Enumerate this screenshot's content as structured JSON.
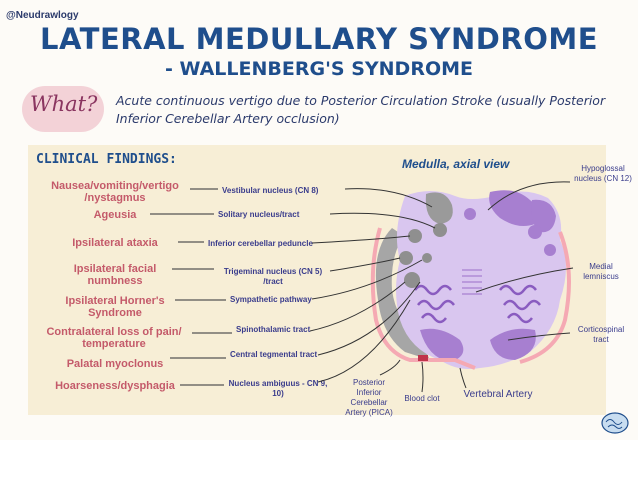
{
  "handle": "@Neudrawlogy",
  "title": "LATERAL MEDULLARY SYNDROME",
  "subtitle": "- WALLENBERG'S SYNDROME",
  "what_label": "What?",
  "definition": "Acute continuous vertigo due to Posterior Circulation Stroke (usually Posterior Inferior Cerebellar Artery occlusion)",
  "clinical_findings_title": "CLINICAL FINDINGS:",
  "medulla_title": "Medulla, axial view",
  "findings": [
    {
      "finding": "Nausea/vomiting/vertigo\n/nystagmus",
      "structure": "Vestibular nucleus (CN 8)"
    },
    {
      "finding": "Ageusia",
      "structure": "Solitary nucleus/tract"
    },
    {
      "finding": "Ipsilateral ataxia",
      "structure": "Inferior cerebellar peduncle"
    },
    {
      "finding": "Ipsilateral facial\nnumbness",
      "structure": "Trigeminal  nucleus (CN 5)\n/tract"
    },
    {
      "finding": "Ipsilateral Horner's\nSyndrome",
      "structure": "Sympathetic pathway"
    },
    {
      "finding": "Contralateral loss of pain/\ntemperature",
      "structure": "Spinothalamic tract"
    },
    {
      "finding": "Palatal myoclonus",
      "structure": "Central tegmental tract"
    },
    {
      "finding": "Hoarseness/dysphagia",
      "structure": "Nucleus ambiguus - CN 9,\n10)"
    }
  ],
  "right_labels": {
    "hypoglossal": "Hypoglossal\nnucleus (CN 12)",
    "medial_lemniscus": "Medial\nlemniscus",
    "corticospinal": "Corticospinal\ntract"
  },
  "bottom_labels": {
    "pica": "Posterior\nInferior\nCerebellar\nArtery (PICA)",
    "clot": "Blood clot",
    "vertebral": "Vertebral Artery"
  },
  "colors": {
    "title": "#1f4e8c",
    "finding": "#c45a6a",
    "structure": "#3a3c8c",
    "panel": "#f7eed6",
    "medulla": "#d9c6ef",
    "nucleus": "#a77fd0",
    "infarct": "#9a9a9a",
    "artery": "#f5a9b3"
  }
}
